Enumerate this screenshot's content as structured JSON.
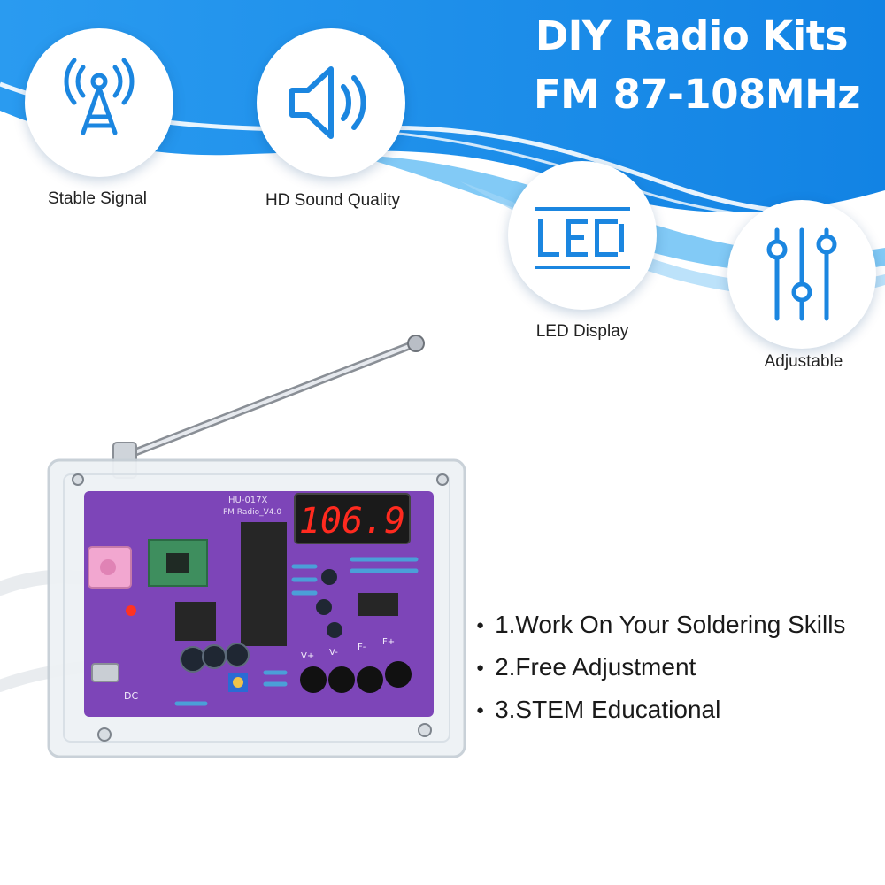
{
  "header": {
    "title_line1": "DIY Radio Kits",
    "title_line2": "FM 87-108MHz"
  },
  "features": [
    {
      "label": "Stable Signal",
      "icon": "antenna-icon"
    },
    {
      "label": "HD Sound Quality",
      "icon": "speaker-icon"
    },
    {
      "label": "LED Display",
      "icon": "led-display-icon"
    },
    {
      "label": "Adjustable",
      "icon": "adjustable-sliders-icon"
    }
  ],
  "product": {
    "display_reading": "106.9",
    "board_model": "HU-017X",
    "board_name": "FM Radio_V4.0",
    "button_labels": [
      "V+",
      "V-",
      "F-",
      "F+"
    ],
    "dc_label": "DC"
  },
  "bullets": [
    "1.Work On Your Soldering Skills",
    "2.Free Adjustment",
    "3.STEM Educational"
  ],
  "colors": {
    "brand_blue": "#1a8de6",
    "light_blue": "#6cc1f5",
    "icon_blue": "#1b86e0",
    "pcb_purple": "#7d45b8",
    "led_red": "#ff2a1f"
  }
}
